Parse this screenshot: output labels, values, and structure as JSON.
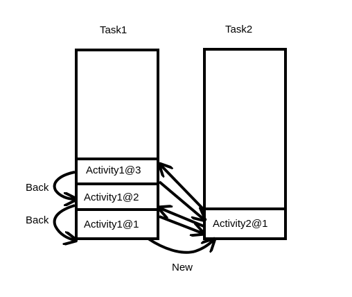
{
  "diagram": {
    "task1": {
      "title": "Task1",
      "activities": [
        "Activity1@3",
        "Activity1@2",
        "Activity1@1"
      ]
    },
    "task2": {
      "title": "Task2",
      "activities": [
        "Activity2@1"
      ]
    },
    "edges": {
      "back_upper": "Back",
      "back_lower": "Back",
      "new": "New"
    }
  }
}
